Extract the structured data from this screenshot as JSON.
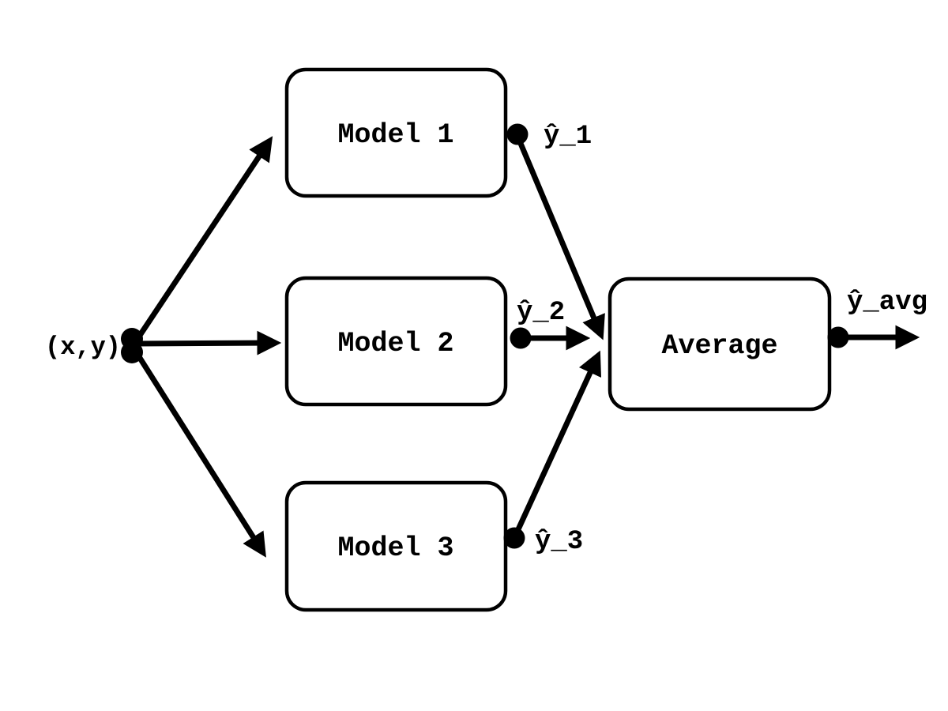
{
  "diagram": {
    "colors": {
      "background": "#ffffff",
      "stroke": "#000000",
      "text": "#000000"
    },
    "input_label": "(x,y)",
    "nodes": [
      {
        "id": "model1",
        "label": "Model 1"
      },
      {
        "id": "model2",
        "label": "Model 2"
      },
      {
        "id": "model3",
        "label": "Model 3"
      },
      {
        "id": "average",
        "label": "Average"
      }
    ],
    "edges": [
      {
        "from": "input",
        "to": "model1",
        "label": ""
      },
      {
        "from": "input",
        "to": "model2",
        "label": ""
      },
      {
        "from": "input",
        "to": "model3",
        "label": ""
      },
      {
        "from": "model1",
        "to": "average",
        "label": "ŷ_1"
      },
      {
        "from": "model2",
        "to": "average",
        "label": "ŷ_2"
      },
      {
        "from": "model3",
        "to": "average",
        "label": "ŷ_3"
      },
      {
        "from": "average",
        "to": "output",
        "label": "ŷ_avg"
      }
    ]
  }
}
